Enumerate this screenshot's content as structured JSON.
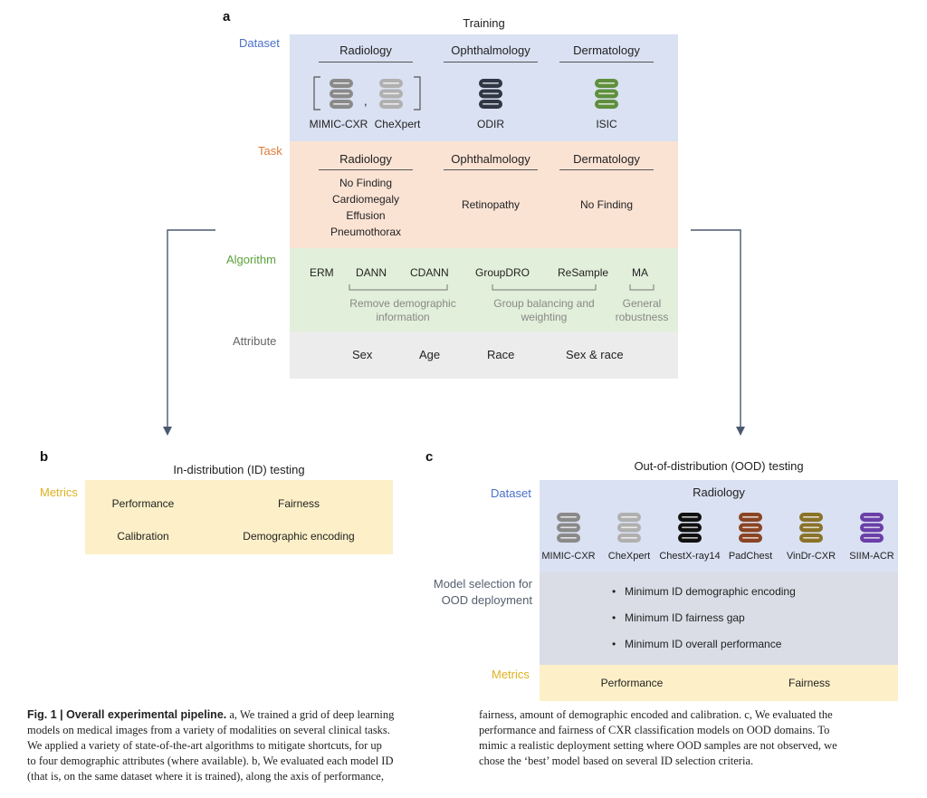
{
  "panel_a": {
    "letter": "a",
    "title": "Training",
    "labels": {
      "dataset": "Dataset",
      "task": "Task",
      "algorithm": "Algorithm",
      "attribute": "Attribute"
    },
    "dataset_groups": [
      "Radiology",
      "Ophthalmology",
      "Dermatology"
    ],
    "datasets": [
      {
        "name": "MIMIC-CXR",
        "color": "#8a8a8a"
      },
      {
        "name": "CheXpert",
        "color": "#b0b0b0"
      },
      {
        "name": "ODIR",
        "color": "#2f3745"
      },
      {
        "name": "ISIC",
        "color": "#5f8f3e"
      }
    ],
    "dataset_sep": ",",
    "task_groups": [
      "Radiology",
      "Ophthalmology",
      "Dermatology"
    ],
    "tasks": {
      "radiology": [
        "No Finding",
        "Cardiomegaly",
        "Effusion",
        "Pneumothorax"
      ],
      "ophthalmology": "Retinopathy",
      "dermatology": "No Finding"
    },
    "algorithms": [
      "ERM",
      "DANN",
      "CDANN",
      "GroupDRO",
      "ReSample",
      "MA"
    ],
    "algorithm_groups": [
      {
        "line1": "Remove demographic",
        "line2": "information"
      },
      {
        "line1": "Group balancing and",
        "line2": "weighting"
      },
      {
        "line1": "General",
        "line2": "robustness"
      }
    ],
    "attributes": [
      "Sex",
      "Age",
      "Race",
      "Sex & race"
    ]
  },
  "panel_b": {
    "letter": "b",
    "title": "In-distribution (ID) testing",
    "metrics_label": "Metrics",
    "metrics": [
      "Performance",
      "Fairness",
      "Calibration",
      "Demographic encoding"
    ]
  },
  "panel_c": {
    "letter": "c",
    "title": "Out-of-distribution (OOD) testing",
    "dataset_label": "Dataset",
    "dataset_group": "Radiology",
    "datasets": [
      {
        "name": "MIMIC-CXR",
        "color": "#8a8a8a"
      },
      {
        "name": "CheXpert",
        "color": "#b0b0b0"
      },
      {
        "name": "ChestX-ray14",
        "color": "#111111"
      },
      {
        "name": "PadChest",
        "color": "#8a4423"
      },
      {
        "name": "VinDr-CXR",
        "color": "#8a7328"
      },
      {
        "name": "SIIM-ACR",
        "color": "#6a3fa8"
      }
    ],
    "selection_label_1": "Model selection for",
    "selection_label_2": "OOD deployment",
    "selection_criteria": [
      "Minimum ID demographic encoding",
      "Minimum ID fairness gap",
      "Minimum ID overall performance"
    ],
    "bullet": "•",
    "metrics_label": "Metrics",
    "metrics": [
      "Performance",
      "Fairness"
    ]
  },
  "caption": {
    "left": {
      "heading": "Fig. 1 | Overall experimental pipeline.",
      "lines": [
        " a, We trained a grid of deep learning",
        "models on medical images from a variety of modalities on several clinical tasks.",
        "We applied a variety of state-of-the-art algorithms to mitigate shortcuts, for up",
        "to four demographic attributes (where available). b, We evaluated each model ID",
        "(that is, on the same dataset where it is trained), along the axis of performance,"
      ]
    },
    "right": {
      "lines": [
        "fairness, amount of demographic encoded and calibration. c, We evaluated the",
        "performance and fairness of CXR classification models on OOD domains. To",
        "mimic a realistic deployment setting where OOD samples are not observed, we",
        "chose the ‘best’ model based on several ID selection criteria."
      ]
    }
  },
  "colors": {
    "dataset_band": "#d9e1f2",
    "task_band": "#fbe3d4",
    "algorithm_band": "#e2efda",
    "attribute_band": "#ececec",
    "metrics_band": "#fdf0c8",
    "selection_band": "#dadde6",
    "connector": "#4b5870"
  }
}
